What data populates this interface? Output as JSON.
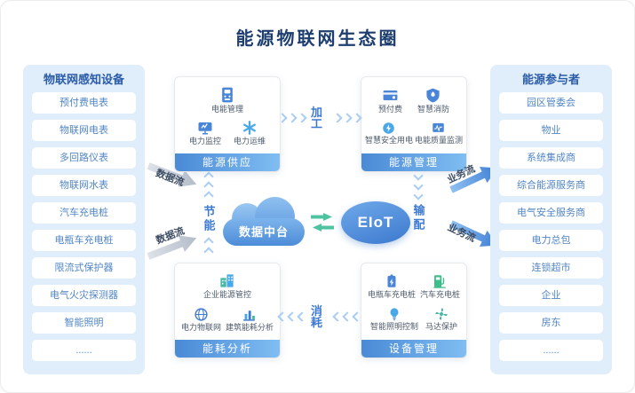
{
  "title": "能源物联网生态圈",
  "left_panel": {
    "header": "物联网感知设备",
    "items": [
      "预付费电表",
      "物联网电表",
      "多回路仪表",
      "物联网水表",
      "汽车充电桩",
      "电瓶车充电桩",
      "限流式保护器",
      "电气火灾探测器",
      "智能照明",
      "......"
    ]
  },
  "right_panel": {
    "header": "能源参与者",
    "items": [
      "园区管委会",
      "物业",
      "系统集成商",
      "综合能源服务商",
      "电气安全服务商",
      "电力总包",
      "连锁超市",
      "企业",
      "房东",
      "......"
    ]
  },
  "boxes": {
    "energy_supply": {
      "title": "能源供应",
      "items": [
        {
          "label": "电能管理",
          "icon": "energy-meter-icon"
        },
        {
          "label": "电力监控",
          "icon": "power-monitor-icon"
        },
        {
          "label": "电力运维",
          "icon": "power-ops-icon"
        }
      ]
    },
    "energy_management": {
      "title": "能源管理",
      "items": [
        {
          "label": "预付费",
          "icon": "prepaid-card-icon"
        },
        {
          "label": "智慧消防",
          "icon": "fire-shield-icon"
        },
        {
          "label": "智慧安全用电",
          "icon": "safe-power-icon"
        },
        {
          "label": "电能质量监测",
          "icon": "power-quality-icon"
        }
      ]
    },
    "energy_analysis": {
      "title": "能耗分析",
      "items": [
        {
          "label": "企业能源管控",
          "icon": "enterprise-energy-icon"
        },
        {
          "label": "电力物联网",
          "icon": "power-iot-globe-icon"
        },
        {
          "label": "建筑能耗分析",
          "icon": "building-energy-chart-icon"
        }
      ]
    },
    "device_management": {
      "title": "设备管理",
      "items": [
        {
          "label": "电瓶车充电桩",
          "icon": "ebike-charging-icon"
        },
        {
          "label": "汽车充电桩",
          "icon": "car-charging-icon"
        },
        {
          "label": "智能照明控制",
          "icon": "smart-lighting-icon"
        },
        {
          "label": "马达保护",
          "icon": "motor-protection-icon"
        }
      ]
    }
  },
  "center": {
    "cloud_label": "数据中台",
    "eiot_label": "EIoT"
  },
  "flows": {
    "processing": "加工",
    "distribution": "输配",
    "consumption": "消耗",
    "energy_saving": "节能",
    "data_flow_top": "数据流",
    "data_flow_bottom": "数据流",
    "business_flow_top": "业务流",
    "business_flow_bottom": "业务流"
  },
  "colors": {
    "title_navy": "#1d3e6e",
    "panel_bg": "#e0edfa",
    "pill_text_blue": "#5186c5",
    "footer_gradient_start": "#4a8ad6",
    "footer_gradient_end": "#7fbdf2",
    "flow_blue": "#3e7ad1",
    "chevron_blue": "#a9ccf2",
    "teal_green": "#4fc3a1",
    "eiot_blue": "#3c79ce"
  }
}
